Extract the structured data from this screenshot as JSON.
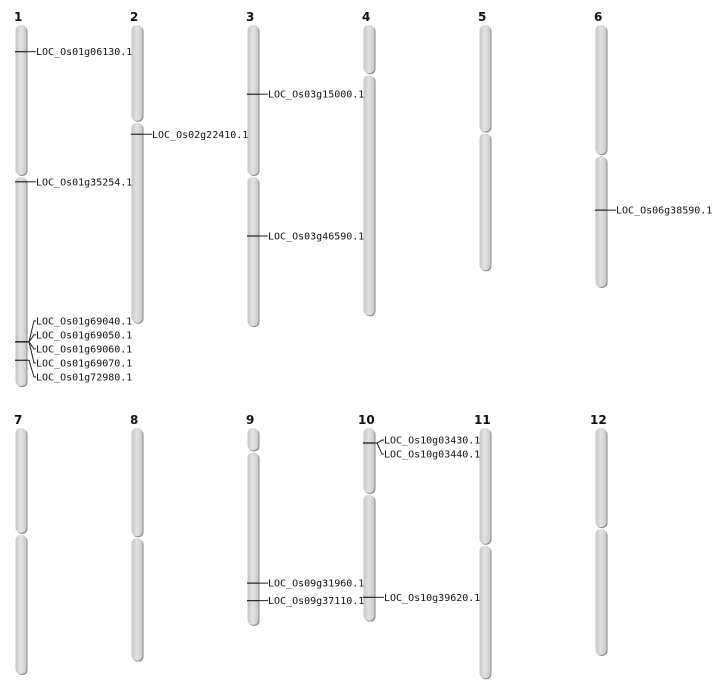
{
  "scale_unit": "Mb",
  "chromosomes": [
    {
      "name": "1",
      "length": 43.3,
      "centromere": 18.1,
      "genes": [
        {
          "label": "LOC_Os01g06130.1",
          "pos": 3.2
        },
        {
          "label": "LOC_Os01g35254.1",
          "pos": 18.8
        },
        {
          "label": "LOC_Os01g69040.1",
          "pos": 38.0
        },
        {
          "label": "LOC_Os01g69050.1",
          "pos": 38.0
        },
        {
          "label": "LOC_Os01g69060.1",
          "pos": 38.0
        },
        {
          "label": "LOC_Os01g69070.1",
          "pos": 38.0
        },
        {
          "label": "LOC_Os01g72980.1",
          "pos": 40.2
        }
      ]
    },
    {
      "name": "2",
      "length": 35.7,
      "centromere": 11.6,
      "genes": [
        {
          "label": "LOC_Os02g22410.1",
          "pos": 13.1
        }
      ]
    },
    {
      "name": "3",
      "length": 36.1,
      "centromere": 18.1,
      "genes": [
        {
          "label": "LOC_Os03g15000.1",
          "pos": 8.3
        },
        {
          "label": "LOC_Os03g46590.1",
          "pos": 25.3
        }
      ]
    },
    {
      "name": "4",
      "length": 34.8,
      "centromere": 5.9,
      "genes": []
    },
    {
      "name": "5",
      "length": 29.4,
      "centromere": 12.9,
      "genes": []
    },
    {
      "name": "6",
      "length": 31.4,
      "centromere": 15.6,
      "genes": [
        {
          "label": "LOC_Os06g38590.1",
          "pos": 22.2
        }
      ]
    },
    {
      "name": "7",
      "length": 29.5,
      "centromere": 12.7,
      "genes": []
    },
    {
      "name": "8",
      "length": 27.9,
      "centromere": 13.1,
      "genes": []
    },
    {
      "name": "9",
      "length": 23.6,
      "centromere": 2.8,
      "genes": [
        {
          "label": "LOC_Os09g31960.1",
          "pos": 18.6
        },
        {
          "label": "LOC_Os09g37110.1",
          "pos": 20.7
        }
      ]
    },
    {
      "name": "10",
      "length": 23.1,
      "centromere": 7.9,
      "genes": [
        {
          "label": "LOC_Os10g03430.1",
          "pos": 1.8
        },
        {
          "label": "LOC_Os10g03440.1",
          "pos": 1.8
        },
        {
          "label": "LOC_Os10g39620.1",
          "pos": 20.3
        }
      ]
    },
    {
      "name": "11",
      "length": 30.0,
      "centromere": 14.0,
      "genes": []
    },
    {
      "name": "12",
      "length": 27.2,
      "centromere": 12.0,
      "genes": []
    }
  ]
}
